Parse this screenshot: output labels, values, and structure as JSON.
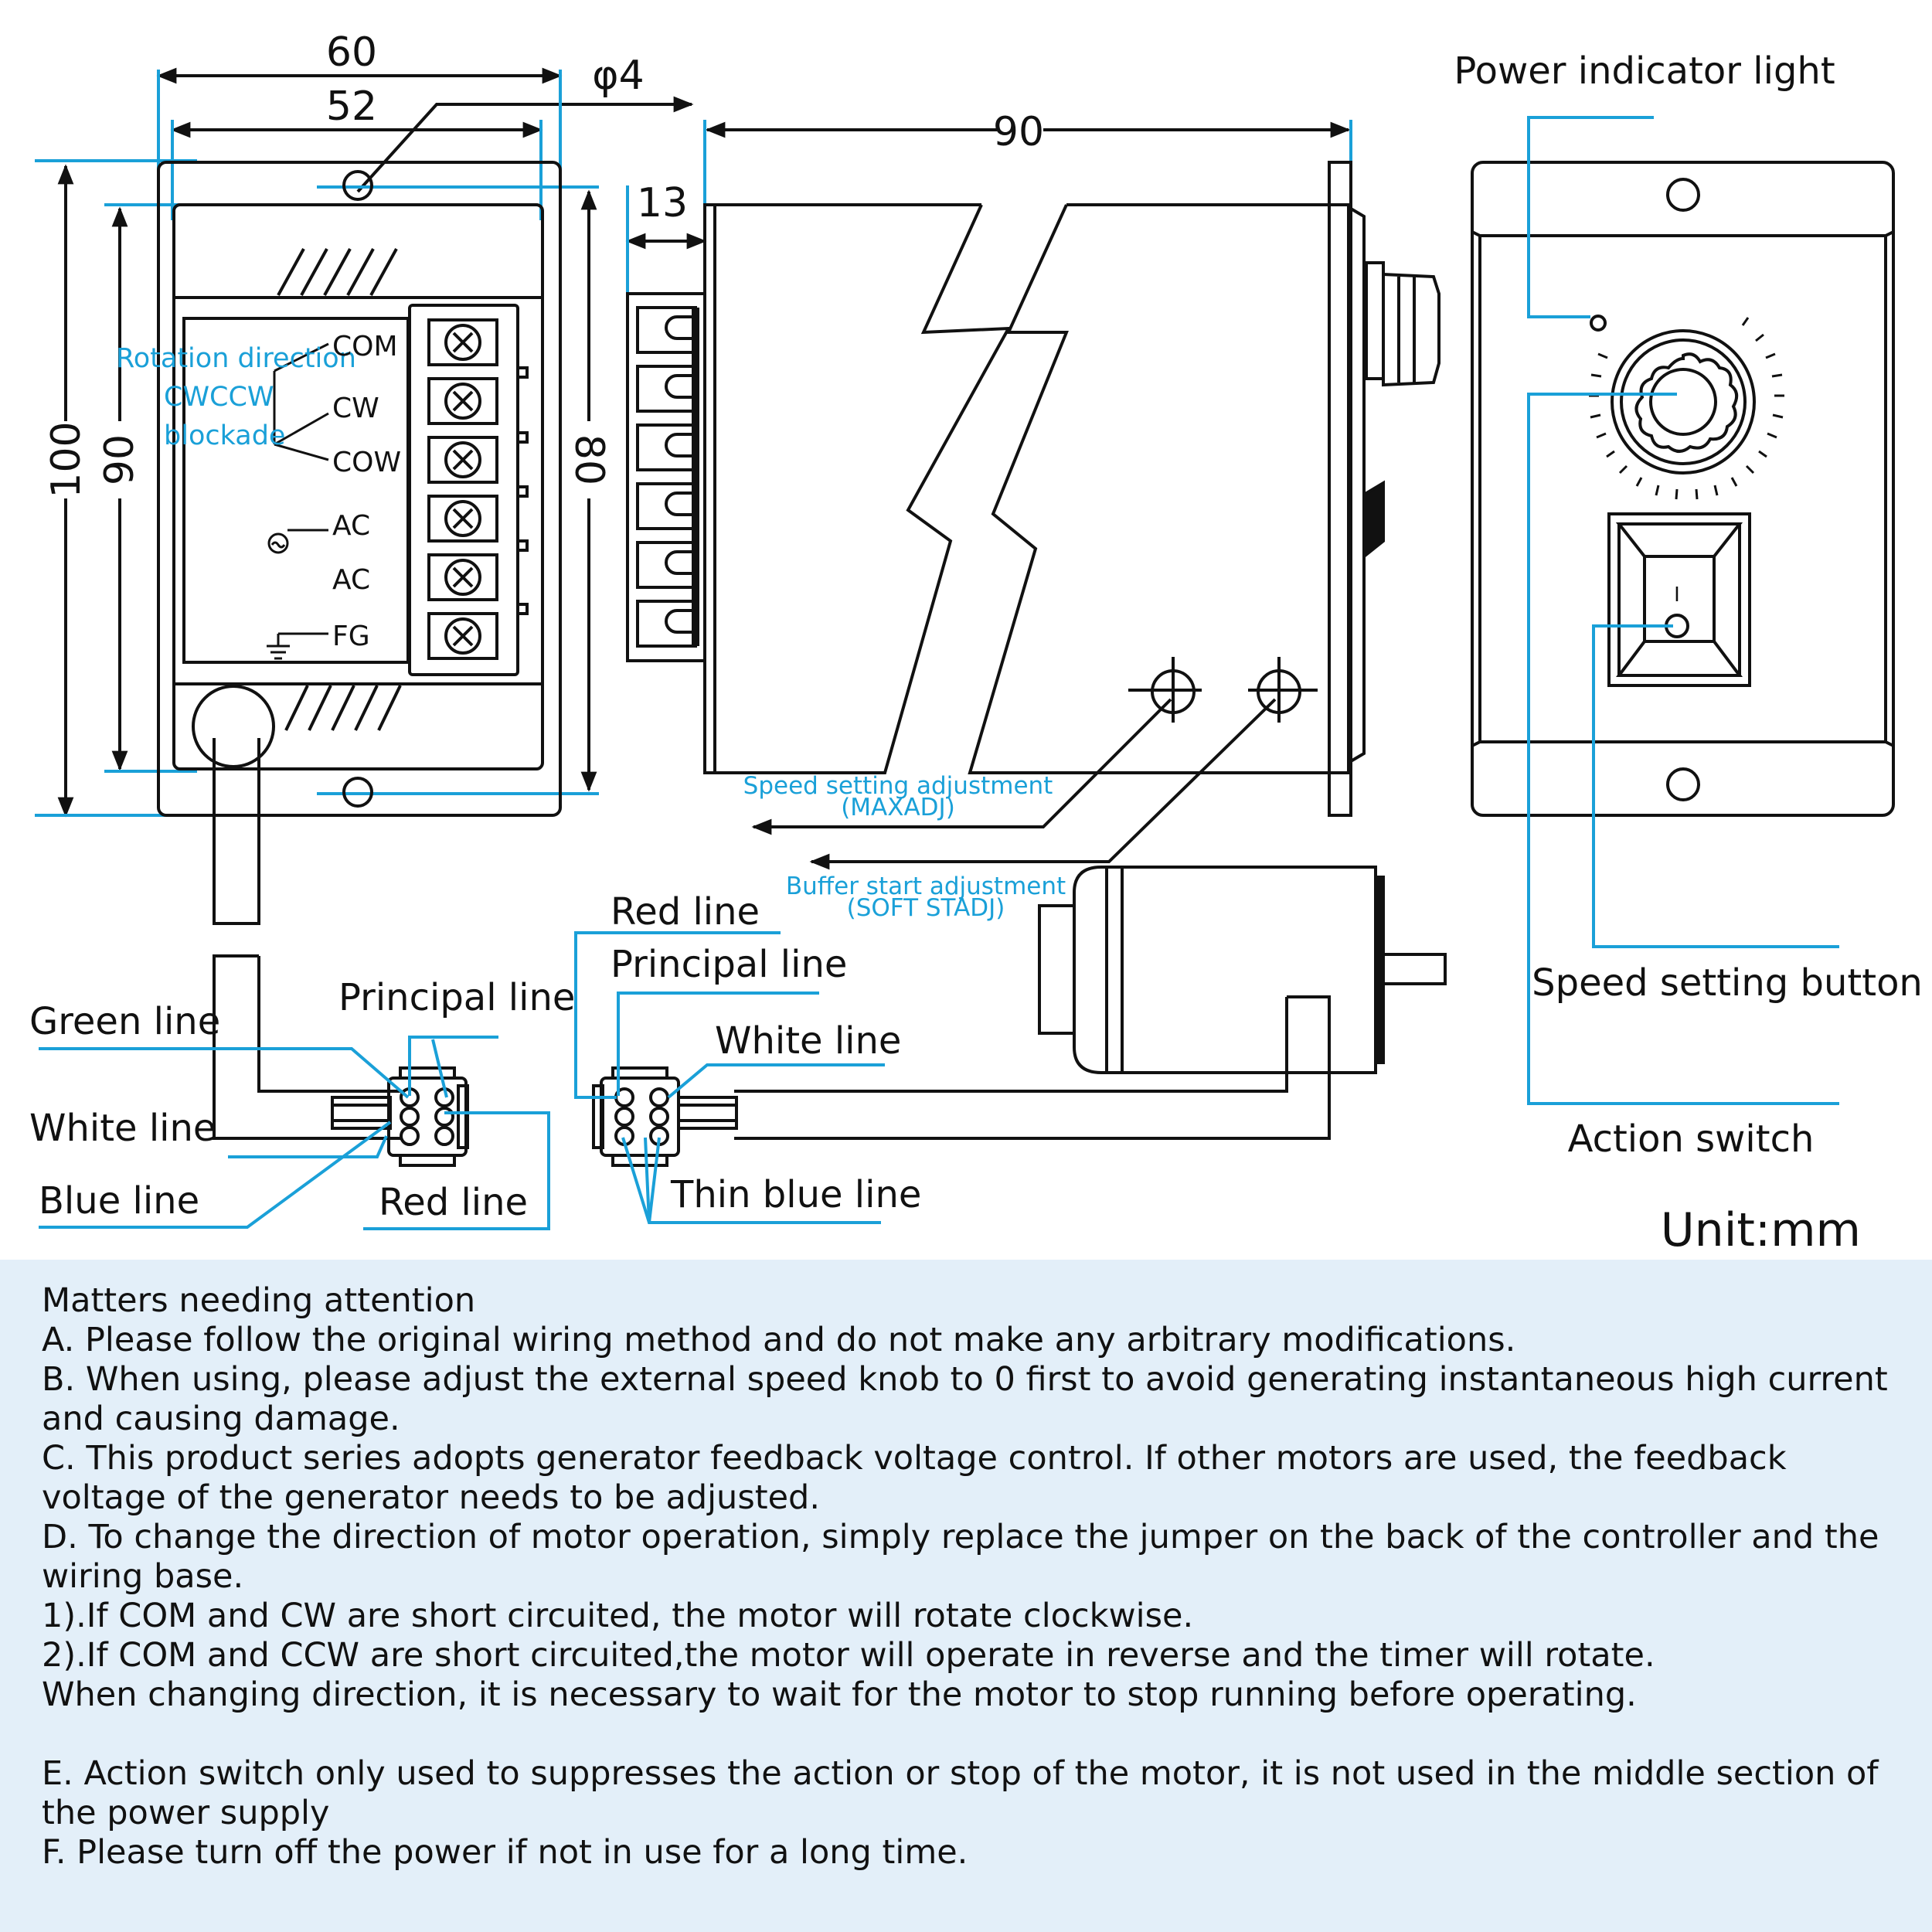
{
  "colors": {
    "line": "#111111",
    "accent": "#1aa0d8",
    "notes_bg": "#e3eff9"
  },
  "dimensions": {
    "d60": "60",
    "d52": "52",
    "phi4": "φ4",
    "d90_top": "90",
    "d13": "13",
    "d100": "100",
    "d90_side": "90",
    "d80": "80"
  },
  "panel_labels": {
    "rotation_direction": "Rotation direction",
    "cwccw": "CWCCW",
    "blockade": "blockade",
    "com": "COM",
    "cw": "CW",
    "cow": "COW",
    "ac1": "AC",
    "ac2": "AC",
    "fg": "FG"
  },
  "adjust_labels": {
    "speed_setting": "Speed setting adjustment",
    "maxadj": "(MAXADJ)",
    "buffer_start": "Buffer start adjustment",
    "soft_stadj": "(SOFT STADJ)"
  },
  "wire_labels": {
    "green_line": "Green line",
    "principal_line_left": "Principal line",
    "white_line_left": "White line",
    "blue_line": "Blue line",
    "red_line_left": "Red line",
    "red_line_right": "Red line",
    "principal_line_right": "Principal line",
    "white_line_right": "White line",
    "thin_blue_line": "Thin blue line"
  },
  "front_labels": {
    "power_indicator": "Power indicator light",
    "speed_button": "Speed setting button",
    "action_switch": "Action switch",
    "switch_mark": "I"
  },
  "unit": "Unit:mm",
  "notes": {
    "lines": [
      "Matters needing attention",
      "A. Please follow the original wiring method and do not make any arbitrary modifications.",
      "B. When using, please adjust the external speed knob to 0 first to avoid generating instantaneous high current",
      "and causing damage.",
      "C. This product series adopts generator feedback voltage control. If other motors are used, the feedback",
      "voltage of the generator needs to be adjusted.",
      "D. To change the direction of motor operation, simply replace the jumper on the back of the controller and the",
      "wiring base.",
      "1).If COM and CW are short circuited, the motor will rotate clockwise.",
      "2).If COM and CCW are short circuited,the motor will operate in reverse and the timer will rotate.",
      "When changing direction, it is necessary to wait for the motor to stop running before operating.",
      "",
      "E. Action switch only used to suppresses the action or stop of the motor, it is not used in the middle section of",
      "the power supply",
      "F. Please turn off the power if not in use for a long time."
    ]
  }
}
